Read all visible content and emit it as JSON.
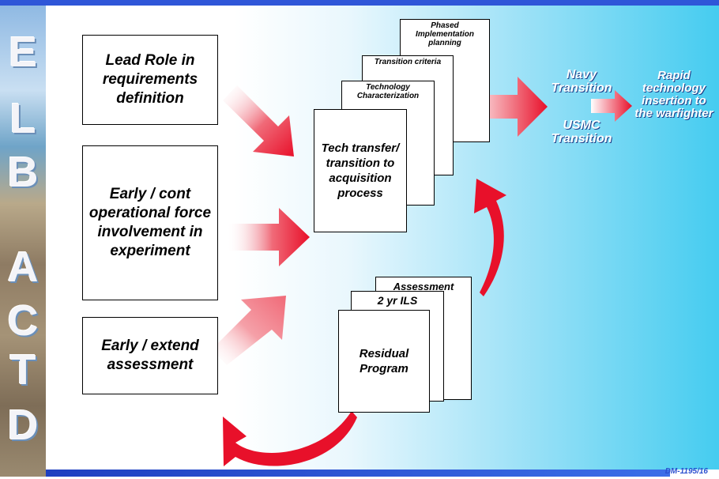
{
  "side_strip": {
    "letters": [
      "E",
      "L",
      "B",
      "A",
      "C",
      "T",
      "D"
    ]
  },
  "left_boxes": {
    "lead_role": "Lead Role in requirements definition",
    "early_cont": "Early / cont operational force involvement in experiment",
    "early_extend": "Early / extend assessment"
  },
  "transition_stack": {
    "phased": "Phased Implementation planning",
    "criteria": "Transition criteria",
    "technology": "Technology Characterization",
    "main": "Tech transfer/ transition to acquisition process"
  },
  "residual_stack": {
    "assessment": "Assessment",
    "ils": "2 yr ILS",
    "main": "Residual Program"
  },
  "outcomes": {
    "navy": "Navy Transition",
    "usmc": "USMC Transition",
    "rapid": "Rapid technology insertion to the warfighter"
  },
  "footer": {
    "code": "DM-1195/16"
  },
  "colors": {
    "arrow_red": "#e8102a",
    "banner_blue": "#2f56d8"
  }
}
